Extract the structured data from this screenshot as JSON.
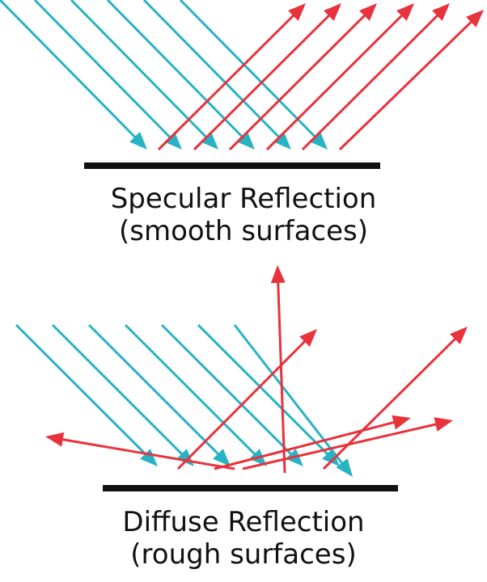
{
  "colors": {
    "incident": "#27b3c4",
    "reflected": "#e8323c",
    "surface": "#111111"
  },
  "specular": {
    "title": "Specular Reflection",
    "subtitle": "(smooth surfaces)"
  },
  "diffuse": {
    "title": "Diffuse Reflection",
    "subtitle": "(rough surfaces)"
  }
}
